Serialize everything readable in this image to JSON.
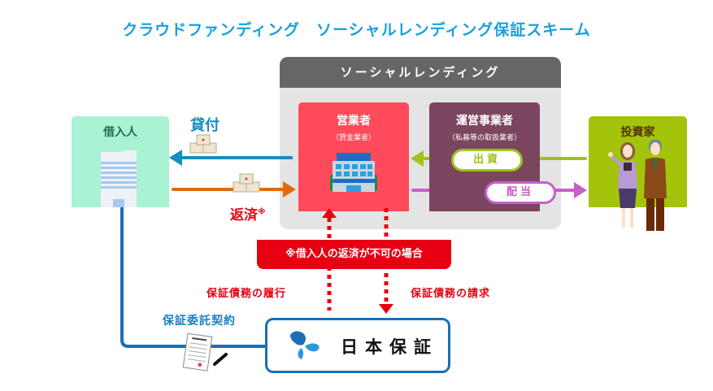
{
  "title": "クラウドファンディング　ソーシャルレンディング保証スキーム",
  "panel": {
    "header": "ソーシャルレンディング",
    "operator": {
      "title": "営業者",
      "subtitle": "（貸金業者）",
      "icon": "office-building-icon"
    },
    "manager": {
      "title": "運営事業者",
      "subtitle": "（私募等の取扱業者）"
    }
  },
  "borrower": {
    "label": "借入人",
    "icon": "tall-building-icon"
  },
  "investor": {
    "label": "投資家",
    "icon": "investors-people-icon"
  },
  "flows": {
    "loan": "貸付",
    "repayment": "返済",
    "repayment_note_mark": "※",
    "investment": "出資",
    "dividend": "配当"
  },
  "condition_banner": "※借入人の返済が不可の場合",
  "guarantee": {
    "perform_label": "保証債務の履行",
    "claim_label": "保証債務の請求",
    "contract_label": "保証委託契約",
    "company_name": "日本保証",
    "logo_icon": "nihon-hosho-logo-icon",
    "contract_icon": "contract-document-icon"
  },
  "colors": {
    "title": "#1a9fdc",
    "loan_arrow": "#1a8dc0",
    "repay_arrow": "#e06a10",
    "invest_arrow": "#9ec21a",
    "dividend_arrow": "#c560c8",
    "guarantee_red": "#e60012",
    "contract_line": "#1a6fb8"
  }
}
